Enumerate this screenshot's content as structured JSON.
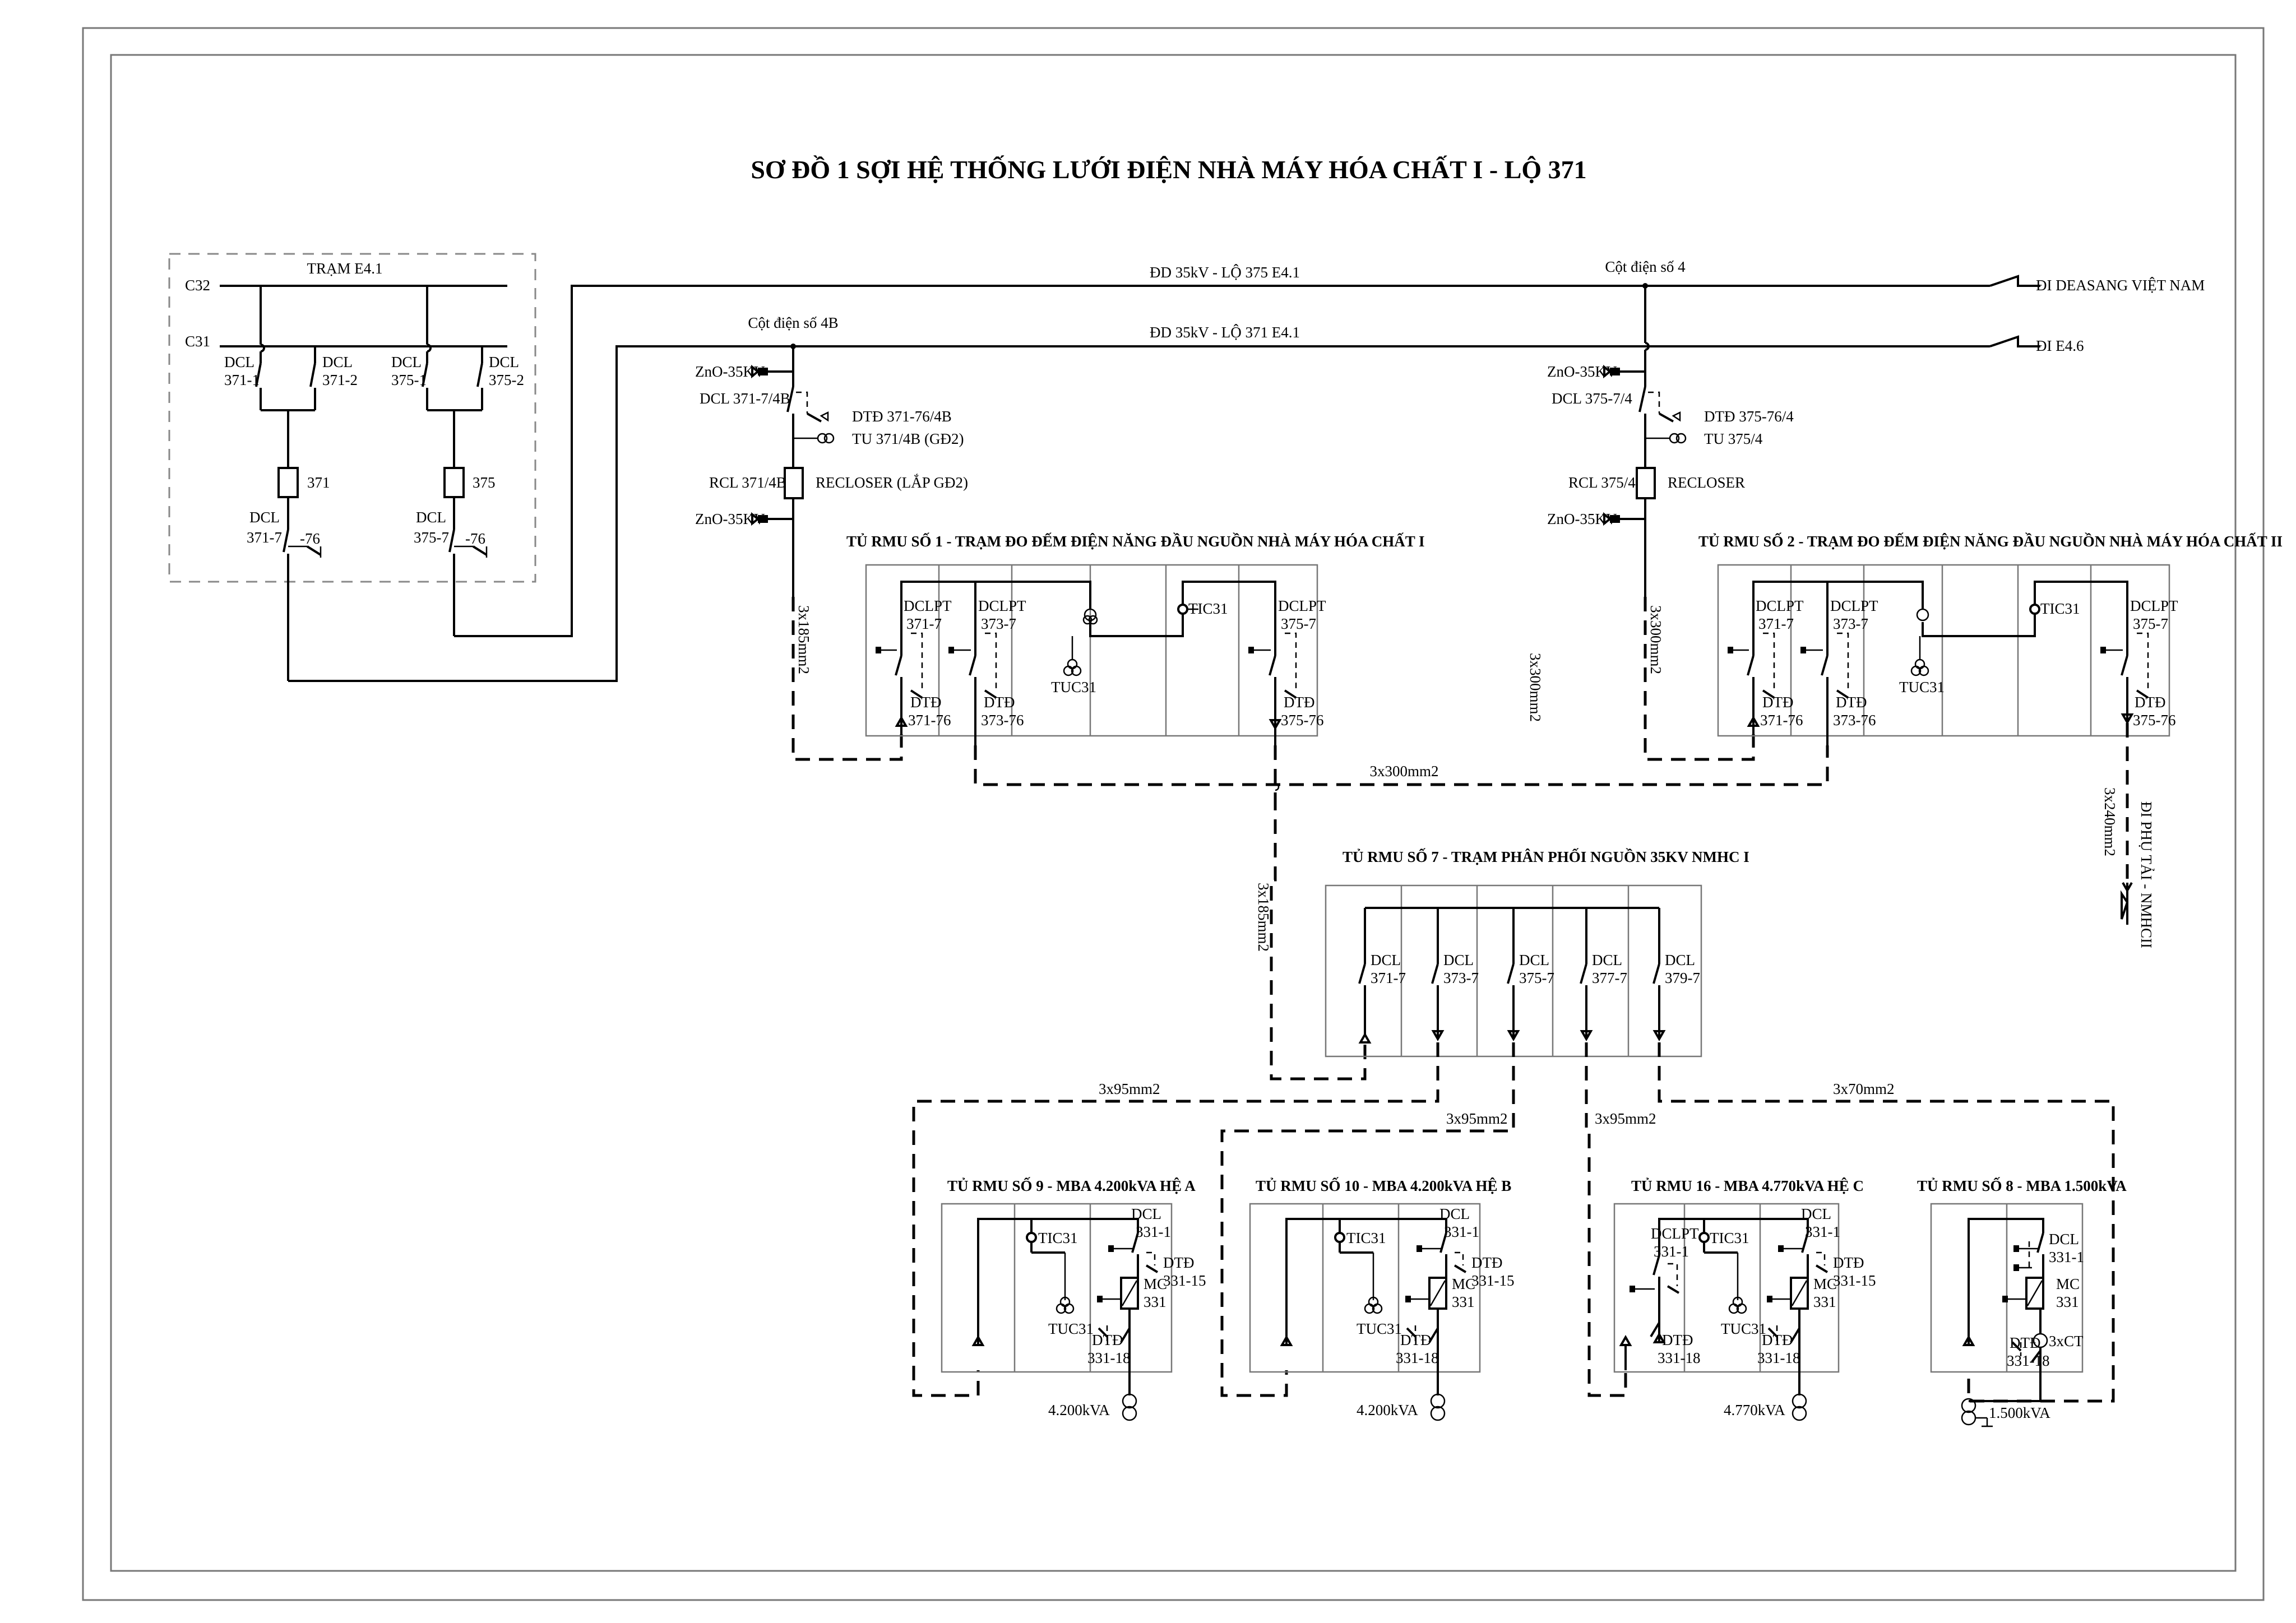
{
  "title": "SƠ ĐỒ 1 SỢI HỆ THỐNG LƯỚI ĐIỆN NHÀ MÁY HÓA CHẤT I - LỘ 371",
  "station": {
    "name": "TRẠM  E4.1",
    "bus_c32": "C32",
    "bus_c31": "C31",
    "dcl_371_1": [
      "DCL",
      "371-1"
    ],
    "dcl_371_2": [
      "DCL",
      "371-2"
    ],
    "dcl_375_1": [
      "DCL",
      "375-1"
    ],
    "dcl_375_2": [
      "DCL",
      "375-2"
    ],
    "breaker_371": "371",
    "breaker_375": "375",
    "dcl_371_7": [
      "DCL",
      "371-7"
    ],
    "dcl_375_7": [
      "DCL",
      "375-7"
    ],
    "earth_76_a": "-76",
    "earth_76_b": "-76"
  },
  "lines": {
    "line_375": "ĐD 35kV - LỘ 375 E4.1",
    "line_371": "ĐD 35kV - LỘ 371 E4.1",
    "pole_4": "Cột điện số 4",
    "pole_4b": "Cột điện số 4B",
    "to_deasang": "ĐI DEASANG VIỆT NAM",
    "to_e46": "ĐI E4.6"
  },
  "pole4b": {
    "zno_top": "ZnO-35KV",
    "dcl": "DCL 371-7/4B",
    "dtd": "DTĐ 371-76/4B",
    "tu": "TU 371/4B (GĐ2)",
    "rcl": "RCL 371/4B",
    "recloser": "RECLOSER (LẮP GĐ2)",
    "zno_bottom": "ZnO-35KV",
    "cable": "3x185mm2"
  },
  "pole4": {
    "zno_top": "ZnO-35KV",
    "dcl": "DCL 375-7/4",
    "dtd": "DTĐ 375-76/4",
    "tu": "TU 375/4",
    "rcl": "RCL 375/4",
    "recloser": "RECLOSER",
    "zno_bottom": "ZnO-35KV",
    "cable": "3x300mm2"
  },
  "rmu1": {
    "title": "TỦ RMU SỐ 1 - TRẠM ĐO ĐẾM ĐIỆN NĂNG ĐẦU NGUỒN NHÀ MÁY HÓA CHẤT I",
    "dclpt_a": [
      "DCLPT",
      "371-7"
    ],
    "dclpt_b": [
      "DCLPT",
      "373-7"
    ],
    "dclpt_c": [
      "DCLPT",
      "375-7"
    ],
    "tic": "TIC31",
    "tuc": "TUC31",
    "dtd_a": [
      "DTĐ",
      "371-76"
    ],
    "dtd_b": [
      "DTĐ",
      "373-76"
    ],
    "dtd_c": [
      "DTĐ",
      "375-76"
    ]
  },
  "rmu2": {
    "title": "TỦ RMU SỐ 2 - TRẠM ĐO ĐẾM ĐIỆN NĂNG ĐẦU NGUỒN NHÀ MÁY HÓA CHẤT II",
    "dclpt_a": [
      "DCLPT",
      "371-7"
    ],
    "dclpt_b": [
      "DCLPT",
      "373-7"
    ],
    "dclpt_c": [
      "DCLPT",
      "375-7"
    ],
    "tic": "TIC31",
    "tuc": "TUC31",
    "dtd_a": [
      "DTĐ",
      "371-76"
    ],
    "dtd_b": [
      "DTĐ",
      "373-76"
    ],
    "dtd_c": [
      "DTĐ",
      "375-76"
    ]
  },
  "cables": {
    "mid_300": "3x300mm2",
    "link_300": "3x300mm2",
    "to_rmu7": "3x185mm2",
    "load_240": "3x240mm2",
    "load_to": "ĐI PHỤ TẢI - NMHCII",
    "to_rmu9": "3x95mm2",
    "to_rmu10": "3x95mm2",
    "to_rmu16": "3x95mm2",
    "to_rmu8": "3x70mm2"
  },
  "rmu7": {
    "title": "TỦ RMU SỐ 7 - TRẠM PHÂN PHỐI NGUỒN 35KV NMHC I",
    "bays": [
      [
        "DCL",
        "371-7"
      ],
      [
        "DCL",
        "373-7"
      ],
      [
        "DCL",
        "375-7"
      ],
      [
        "DCL",
        "377-7"
      ],
      [
        "DCL",
        "379-7"
      ]
    ]
  },
  "rmu9": {
    "title": "TỦ RMU SỐ 9 - MBA 4.200kVA HỆ A",
    "tic": "TIC31",
    "tuc": "TUC31",
    "dcl": [
      "DCL",
      "331-1"
    ],
    "dtd_top": [
      "DTĐ",
      "331-15"
    ],
    "mc": [
      "MC",
      "331"
    ],
    "dtd_bot": [
      "DTĐ",
      "331-18"
    ],
    "mba": "4.200kVA"
  },
  "rmu10": {
    "title": "TỦ RMU SỐ 10 - MBA 4.200kVA HỆ B",
    "tic": "TIC31",
    "tuc": "TUC31",
    "dcl": [
      "DCL",
      "331-1"
    ],
    "dtd_top": [
      "DTĐ",
      "331-15"
    ],
    "mc": [
      "MC",
      "331"
    ],
    "dtd_bot": [
      "DTĐ",
      "331-18"
    ],
    "mba": "4.200kVA"
  },
  "rmu16": {
    "title": "TỦ RMU 16 - MBA 4.770kVA HỆ C",
    "dclpt": [
      "DCLPT",
      "331-1"
    ],
    "dtd_left": [
      "DTĐ",
      "331-18"
    ],
    "tic": "TIC31",
    "tuc": "TUC31",
    "dcl": [
      "DCL",
      "331-1"
    ],
    "dtd_top": [
      "DTĐ",
      "331-15"
    ],
    "mc": [
      "MC",
      "331"
    ],
    "dtd_bot": [
      "DTĐ",
      "331-18"
    ],
    "mba": "4.770kVA"
  },
  "rmu8": {
    "title": "TỦ RMU SỐ 8 - MBA 1.500kVA",
    "dcl": [
      "DCL",
      "331-1"
    ],
    "mc": [
      "MC",
      "331"
    ],
    "dtd": [
      "DTĐ",
      "331-18"
    ],
    "ct": "3xCT",
    "mba": "1.500kVA"
  }
}
